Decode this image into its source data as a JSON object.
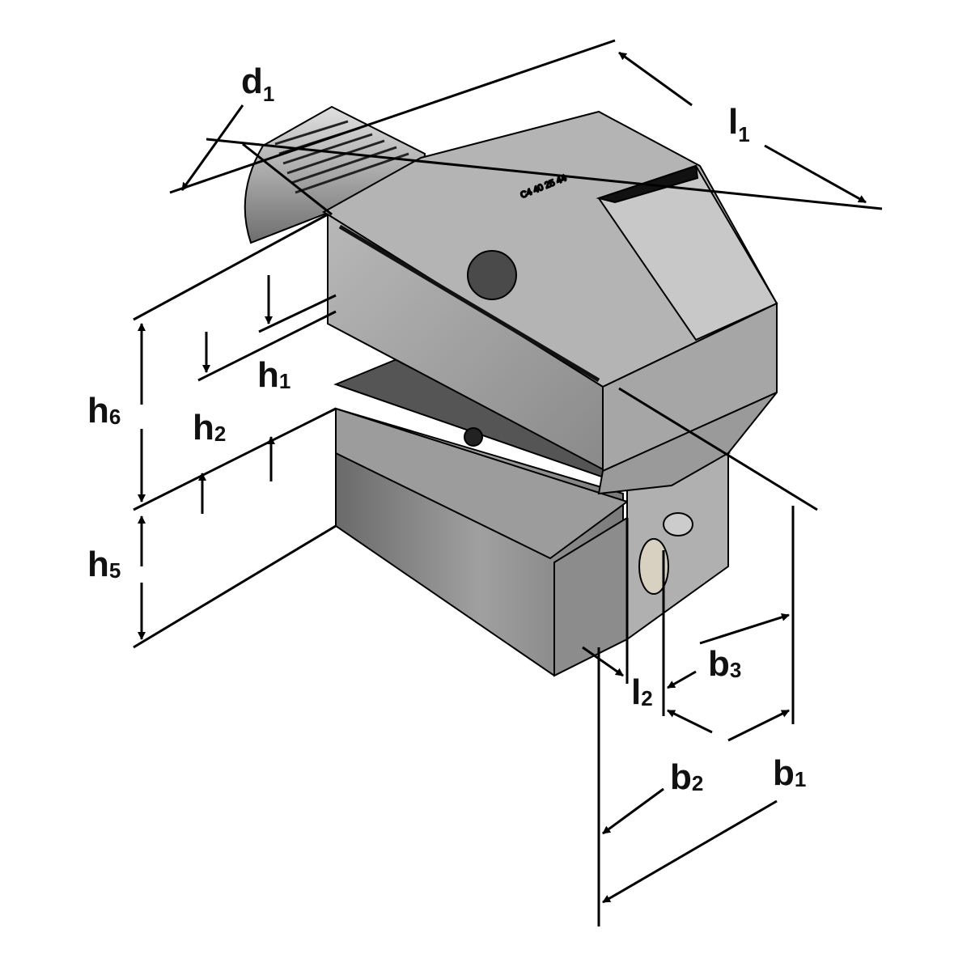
{
  "title": "Tool holder dimension drawing",
  "engraving": "C4 40 25 44",
  "labels": {
    "d1": {
      "main": "d",
      "sub": "1"
    },
    "l1": {
      "main": "l",
      "sub": "1"
    },
    "h1": {
      "main": "h",
      "sub": "1"
    },
    "h2": {
      "main": "h",
      "sub": "2"
    },
    "h6": {
      "main": "h",
      "sub": "6"
    },
    "h5": {
      "main": "h",
      "sub": "5"
    },
    "b3": {
      "main": "b",
      "sub": "3"
    },
    "l2": {
      "main": "l",
      "sub": "2"
    },
    "b2": {
      "main": "b",
      "sub": "2"
    },
    "b1": {
      "main": "b",
      "sub": "1"
    }
  },
  "colors": {
    "light": "#c4c4c4",
    "mid": "#9a9a9a",
    "dark": "#6a6a6a",
    "line": "#000000"
  }
}
